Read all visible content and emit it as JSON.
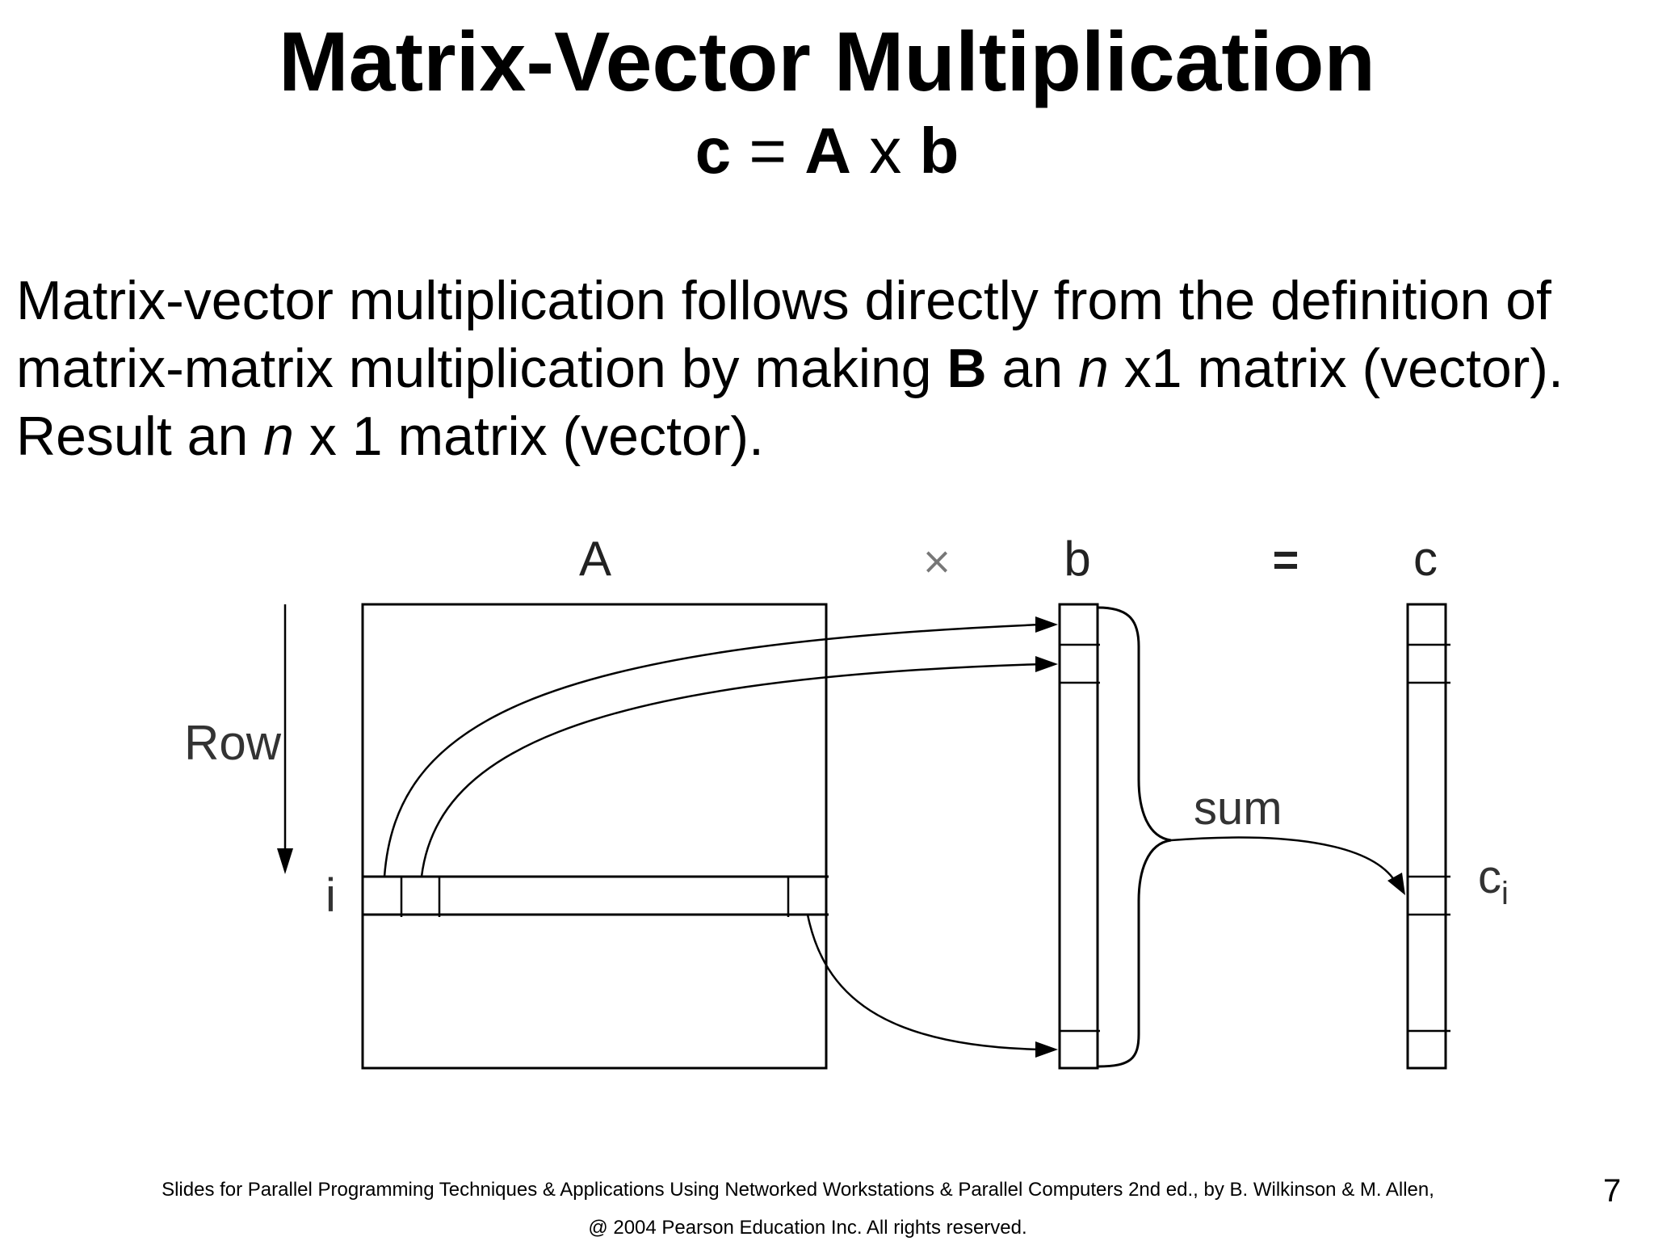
{
  "slide": {
    "title": "Matrix-Vector Multiplication",
    "subtitle": {
      "c": "c",
      "eq": " = ",
      "A": "A",
      "x": " x ",
      "b": "b"
    },
    "paragraph": {
      "line1": "Matrix-vector multiplication follows directly from the definition of",
      "line2_a": "matrix-matrix multiplication by making ",
      "line2_B": "B",
      "line2_c": " an ",
      "line2_n": "n",
      "line2_d": " x1 matrix (vector).",
      "line3_a": "Result an ",
      "line3_n": "n",
      "line3_b": " x 1 matrix (vector)."
    },
    "diagram": {
      "label_A": "A",
      "label_times": "×",
      "label_b": "b",
      "label_equals": "=",
      "label_c": "c",
      "label_row": "Row",
      "label_i": "i",
      "label_sum": "sum",
      "label_ci": "c",
      "label_ci_sub": "i"
    },
    "footer": {
      "line1": "Slides for Parallel Programming Techniques & Applications Using Networked Workstations & Parallel Computers 2nd ed., by B. Wilkinson & M. Allen,",
      "line2": "@ 2004 Pearson Education Inc. All rights reserved."
    },
    "page_number": "7"
  }
}
